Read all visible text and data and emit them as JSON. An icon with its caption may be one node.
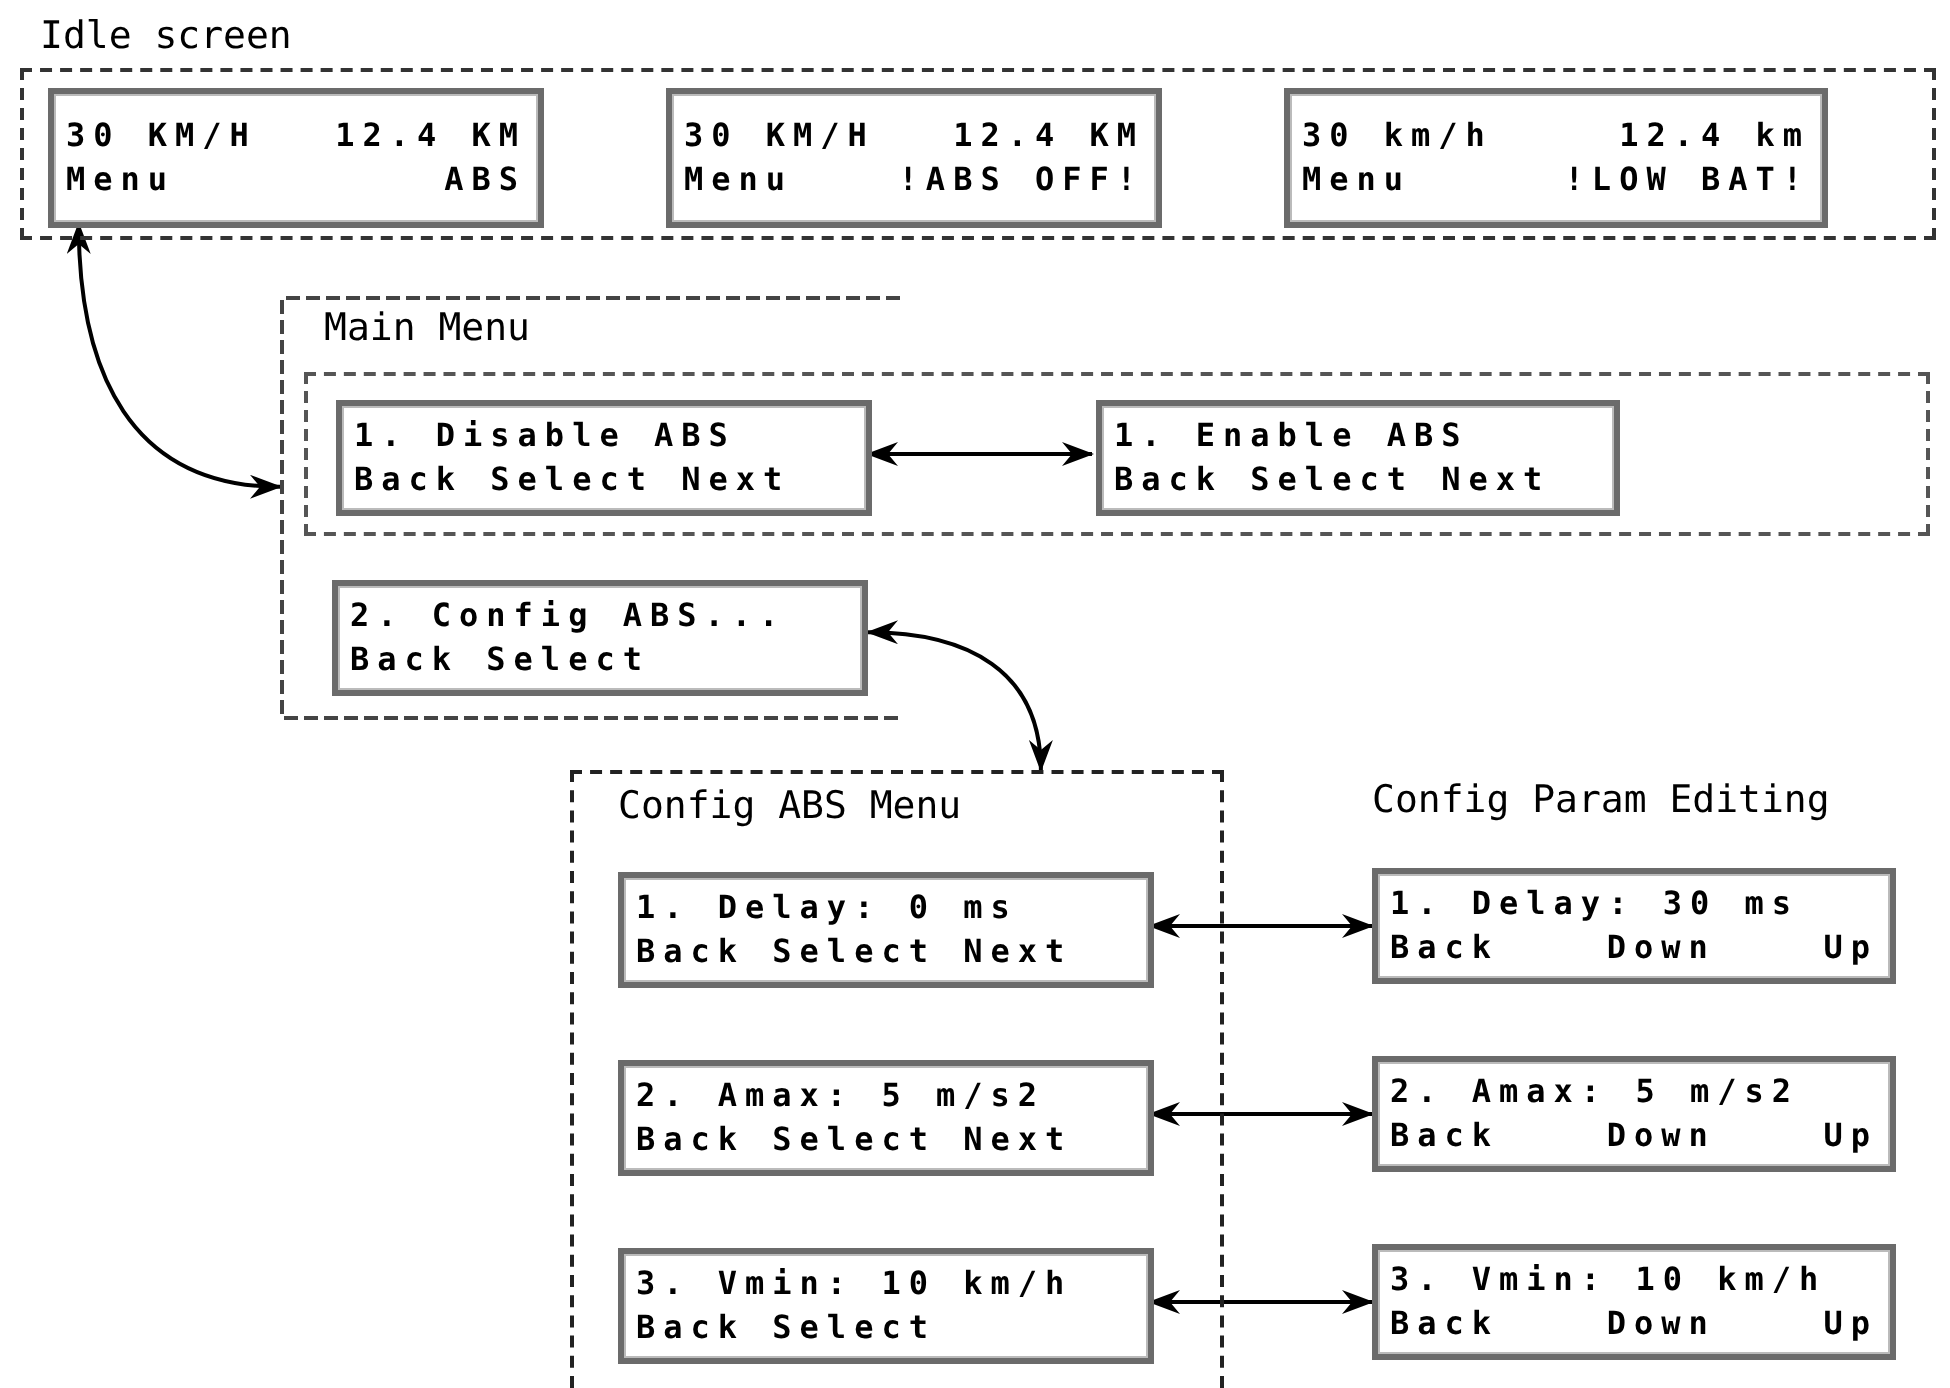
{
  "diagram": {
    "nodes": [
      {
        "text": [
          "Idle screen"
        ]
      },
      {
        "text": [
          "30 KM/H",
          "12.4 KM",
          "Menu",
          "ABS"
        ],
        "in": 0
      },
      {
        "text": [
          "30 KM/H",
          "12.4 KM",
          "Menu",
          "!ABS OFF!"
        ],
        "in": 0
      },
      {
        "text": [
          "30 km/h",
          "12.4 km",
          "Menu",
          "!LOW BAT!"
        ],
        "in": 0
      },
      {
        "text": [
          "Main Menu"
        ]
      },
      {
        "text": [],
        "shape": "box",
        "in": 4
      },
      {
        "text": [
          "1. Disable ABS",
          "Back Select Next"
        ],
        "in": 5
      },
      {
        "text": [
          "1. Enable ABS",
          "Back Select Next"
        ],
        "in": 5
      },
      {
        "text": [
          "2. Config ABS...",
          "Back Select"
        ],
        "in": 4
      },
      {
        "text": [
          "Config ABS Menu"
        ]
      },
      {
        "text": [
          "1. Delay: 0 ms",
          "Back Select Next"
        ],
        "in": 9
      },
      {
        "text": [
          "2. Amax: 5 m/s2",
          "Back Select Next"
        ],
        "in": 9
      },
      {
        "text": [
          "3. Vmin: 10 km/h",
          "Back Select"
        ],
        "in": 9
      },
      {
        "text": [
          "1. Delay: 30 ms",
          "Back",
          "Down",
          "Up"
        ]
      },
      {
        "text": [
          "2. Amax: 5 m/s2",
          "Back",
          "Down",
          "Up"
        ]
      },
      {
        "text": [
          "3. Vmin: 10 km/h",
          "Back",
          "Down",
          "Up"
        ]
      }
    ],
    "edges": [
      {
        "from": 1,
        "to": 4,
        "arrow": "both"
      },
      {
        "from": 6,
        "to": 7,
        "arrow": "both"
      },
      {
        "from": 8,
        "to": 9,
        "arrow": "both"
      },
      {
        "from": 10,
        "to": 13,
        "arrow": "both"
      },
      {
        "from": 11,
        "to": 14,
        "arrow": "both"
      },
      {
        "from": 12,
        "to": 15,
        "arrow": "both"
      }
    ],
    "labels": [
      "Config Param Editing"
    ]
  }
}
